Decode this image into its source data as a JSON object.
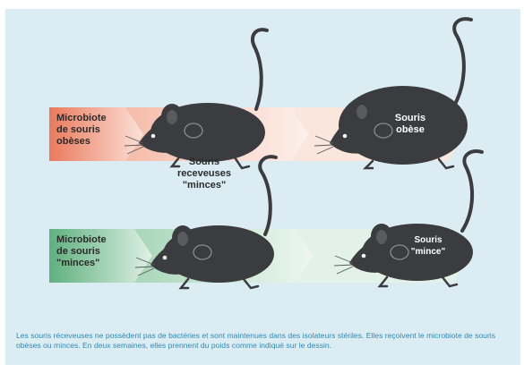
{
  "labels": {
    "obese_microbiota": "Microbiote\nde souris\nobèses",
    "thin_microbiota": "Microbiote\nde souris\n\"minces\"",
    "recipient_mice": "Souris\nreceveuses\n\"minces\"",
    "obese_mouse": "Souris\nobèse",
    "thin_mouse": "Souris\n\"mince\""
  },
  "caption": "Les souris réceveuses ne possèdent pas de bactéries et sont maintenues dans des isolateurs stériles. Elles reçoivent le microbiote de souris obèses ou minces. En deux semaines, elles prennent du poids comme indiqué sur le dessin.",
  "colors": {
    "background": "#dcecf3",
    "obese_band": "#ea7a5c",
    "thin_band": "#5fb07e",
    "mouse": "#3b3c3f",
    "caption": "#2d8bb8"
  }
}
